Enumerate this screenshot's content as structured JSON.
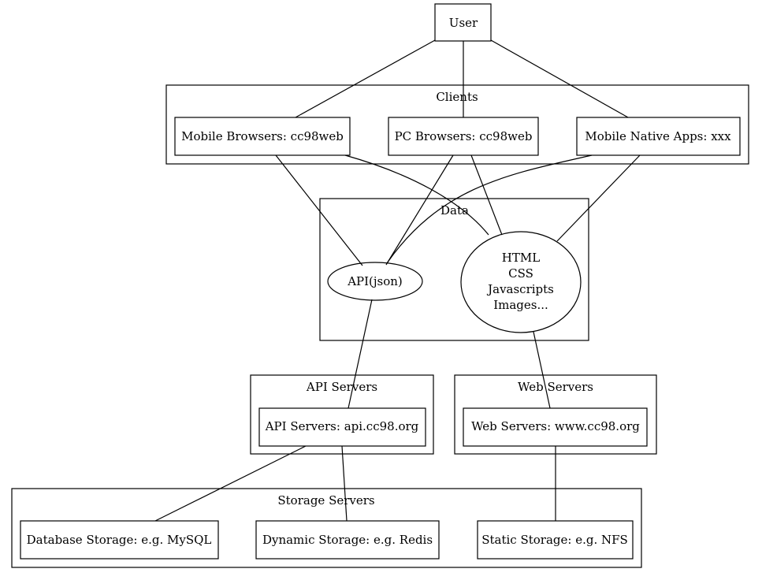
{
  "nodes": {
    "user": "User",
    "mobile_browsers": "Mobile Browsers: cc98web",
    "pc_browsers": "PC Browsers: cc98web",
    "mobile_native": "Mobile Native Apps: xxx",
    "api_json": "API(json)",
    "assets": [
      "HTML",
      "CSS",
      "Javascripts",
      "Images..."
    ],
    "api_server": "API Servers: api.cc98.org",
    "web_server": "Web Servers: www.cc98.org",
    "db_storage": "Database Storage: e.g. MySQL",
    "dynamic_storage": "Dynamic Storage: e.g. Redis",
    "static_storage": "Static Storage: e.g. NFS"
  },
  "clusters": {
    "clients": "Clients",
    "data": "Data",
    "api_servers": "API Servers",
    "web_servers": "Web Servers",
    "storage_servers": "Storage Servers"
  }
}
